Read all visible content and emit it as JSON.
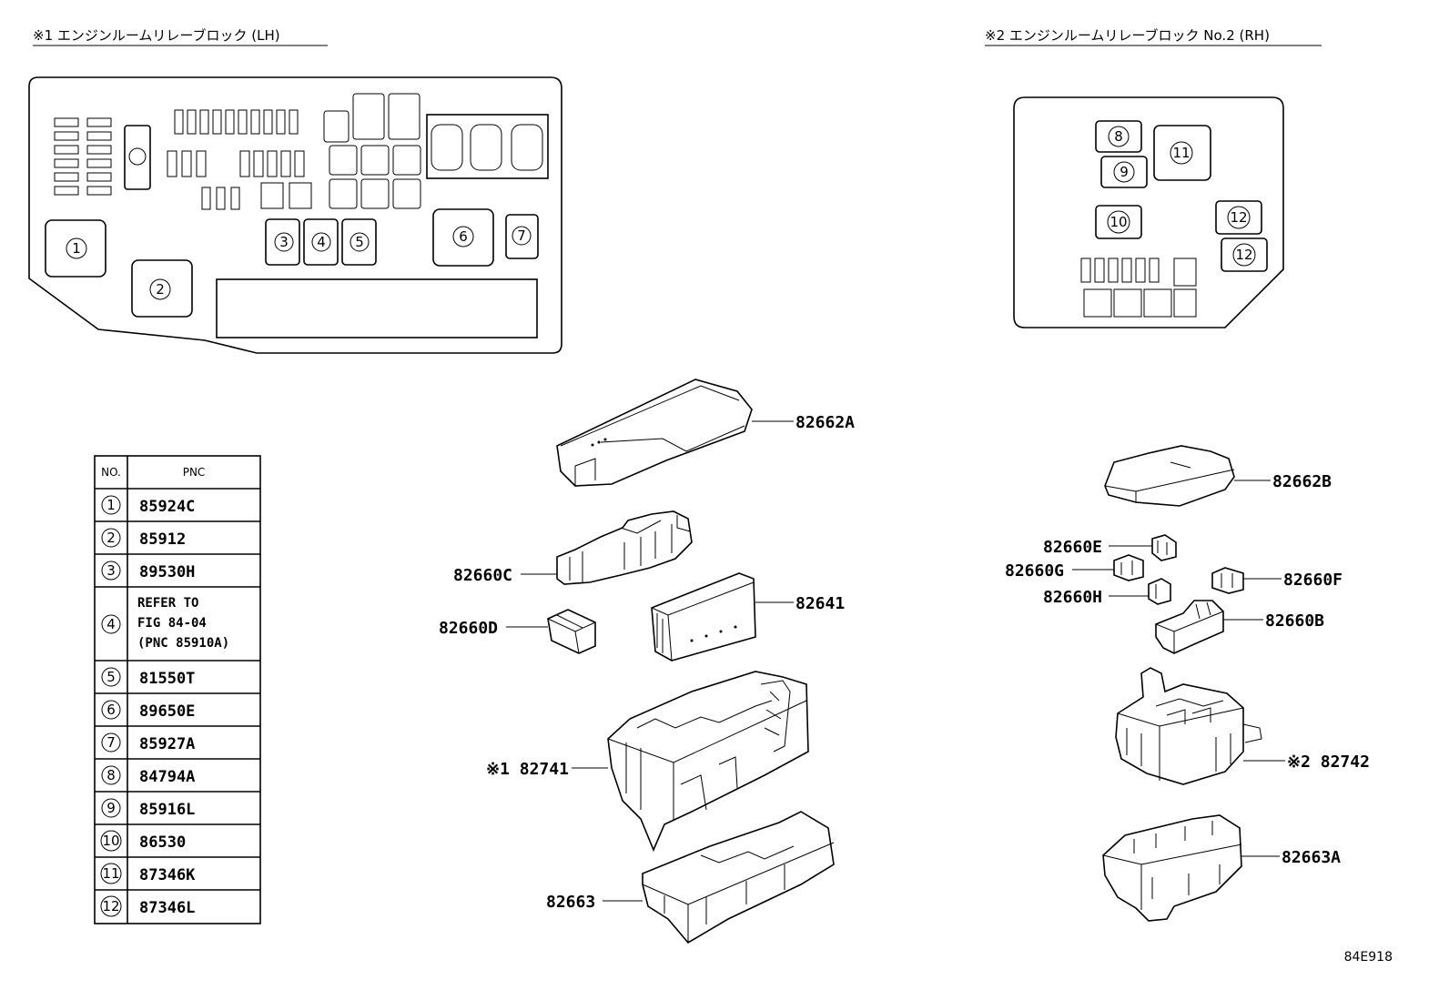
{
  "titles": {
    "lh": "※1 エンジンルームリレーブロック (LH)",
    "rh": "※2 エンジンルームリレーブロック No.2 (RH)"
  },
  "lh_positions": [
    "1",
    "2",
    "3",
    "4",
    "5",
    "6",
    "7"
  ],
  "rh_positions": [
    "8",
    "9",
    "10",
    "11",
    "12",
    "12"
  ],
  "table": {
    "header_no": "NO.",
    "header_pnc": "PNC",
    "rows": [
      {
        "no": "1",
        "pnc": [
          "85924C"
        ]
      },
      {
        "no": "2",
        "pnc": [
          "85912"
        ]
      },
      {
        "no": "3",
        "pnc": [
          "89530H"
        ]
      },
      {
        "no": "4",
        "pnc": [
          "REFER TO",
          "FIG 84-04",
          "(PNC 85910A)"
        ]
      },
      {
        "no": "5",
        "pnc": [
          "81550T"
        ]
      },
      {
        "no": "6",
        "pnc": [
          "89650E"
        ]
      },
      {
        "no": "7",
        "pnc": [
          "85927A"
        ]
      },
      {
        "no": "8",
        "pnc": [
          "84794A"
        ]
      },
      {
        "no": "9",
        "pnc": [
          "85916L"
        ]
      },
      {
        "no": "10",
        "pnc": [
          "86530"
        ]
      },
      {
        "no": "11",
        "pnc": [
          "87346K"
        ]
      },
      {
        "no": "12",
        "pnc": [
          "87346L"
        ]
      }
    ]
  },
  "callouts": {
    "c82662A": "82662A",
    "c82660C": "82660C",
    "c82641": "82641",
    "c82660D": "82660D",
    "c82741": "※1 82741",
    "c82663": "82663",
    "c82662B": "82662B",
    "c82660E": "82660E",
    "c82660G": "82660G",
    "c82660F": "82660F",
    "c82660H": "82660H",
    "c82660B": "82660B",
    "c82742": "※2 82742",
    "c82663A": "82663A"
  },
  "figure_code": "84E918"
}
